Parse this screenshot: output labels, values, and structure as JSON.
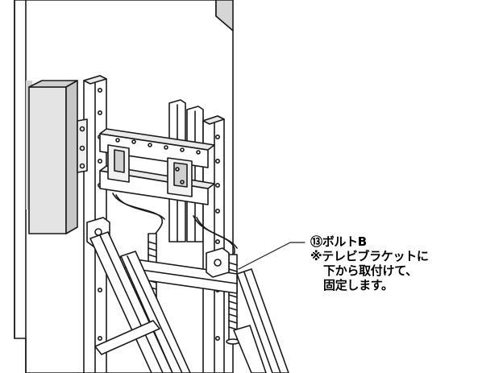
{
  "callout": {
    "part_number": "⑬",
    "part_name": "ボルトB",
    "note_mark": "※",
    "note_line1": "テレビブラケットに",
    "note_line2": "下から取付けて、",
    "note_line3": "固定します。"
  },
  "colors": {
    "line": "#1a1a1a",
    "wall_shade": "#d6d6d6",
    "panel_shade": "#e4e4e4",
    "background": "#ffffff"
  }
}
